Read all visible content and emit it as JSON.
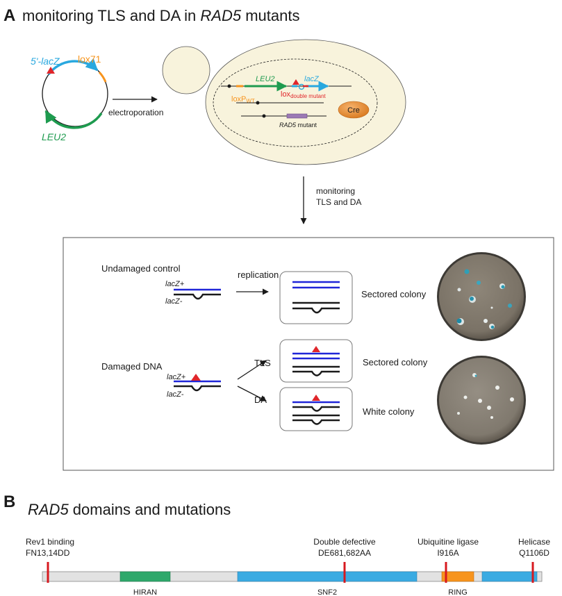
{
  "panelA": {
    "letter": "A",
    "title_prefix": "monitoring TLS and DA in ",
    "title_gene": "RAD5",
    "title_suffix": " mutants",
    "plasmid": {
      "lacz_label": "5'-lacZ",
      "lox_label": "lox71",
      "leu2_label": "LEU2"
    },
    "electroporation": "electroporation",
    "cell": {
      "leu2": "LEU2",
      "lacz": "lacZ",
      "loxp": "loxP",
      "loxp_sub": "WT",
      "loxd": "lox",
      "loxd_sub": "double mutant",
      "rad5": "RAD5",
      "rad5_suffix": " mutant",
      "cre": "Cre"
    },
    "monitoring_line1": "monitoring",
    "monitoring_line2": "TLS and DA",
    "box": {
      "undamaged": "Undamaged control",
      "damaged": "Damaged DNA",
      "lacz_plus": "lacZ+",
      "lacz_minus": "lacZ-",
      "replication": "replication",
      "tls": "TLS",
      "da": "DA",
      "sectored1": "Sectored colony",
      "sectored2": "Sectored colony",
      "white": "White colony"
    }
  },
  "panelB": {
    "letter": "B",
    "title_gene": "RAD5",
    "title_suffix": " domains and mutations",
    "mutations": [
      {
        "label1": "Rev1 binding",
        "label2": "FN13,14DD"
      },
      {
        "label1": "Double defective",
        "label2": "DE681,682AA"
      },
      {
        "label1": "Ubiquitine ligase",
        "label2": "I916A"
      },
      {
        "label1": "Helicase",
        "label2": "Q1106D"
      }
    ],
    "domains": [
      {
        "name": "HIRAN",
        "color": "#2ea86b"
      },
      {
        "name": "SNF2",
        "color": "#3aabe2"
      },
      {
        "name": "RING",
        "color": "#f7941d"
      }
    ]
  },
  "colors": {
    "blue_strand": "#1f25d8",
    "lesion": "#e0262b",
    "lacz_cyan": "#29a8df",
    "leu2_green": "#1e9b4f",
    "lox_orange": "#f7941d",
    "cell_fill": "#f8f3dc",
    "mutation_red": "#d7191f"
  }
}
